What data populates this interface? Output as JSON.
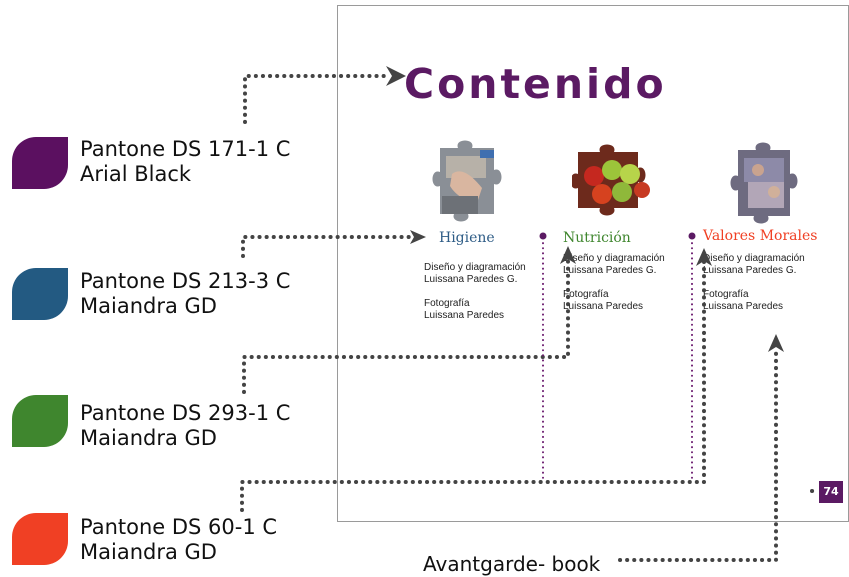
{
  "swatches": [
    {
      "color": "#5b1060",
      "pantone": "Pantone DS 171-1 C",
      "font": "Arial Black"
    },
    {
      "color": "#235a82",
      "pantone": "Pantone DS 213-3 C",
      "font": "Maiandra GD"
    },
    {
      "color": "#3f862e",
      "pantone": "Pantone DS 293-1 C",
      "font": "Maiandra GD"
    },
    {
      "color": "#f04024",
      "pantone": "Pantone DS 60-1 C",
      "font": "Maiandra GD"
    }
  ],
  "page": {
    "title": "Contenido",
    "title_color": "#5b1a63",
    "page_number": "74",
    "sections": [
      {
        "title": "Higiene",
        "color": "#2e5c86",
        "credit_role_1": "Diseño y diagramación",
        "credit_name_1": "Luissana Paredes G.",
        "credit_role_2": "Fotografía",
        "credit_name_2": "Luissana Paredes"
      },
      {
        "title": "Nutrición",
        "color": "#3f862e",
        "credit_role_1": "Diseño y diagramación",
        "credit_name_1": "Luissana Paredes G.",
        "credit_role_2": "Fotografía",
        "credit_name_2": "Luissana Paredes"
      },
      {
        "title": "Valores Morales",
        "color": "#f04024",
        "credit_role_1": "Diseño y diagramación",
        "credit_name_1": "Luissana Paredes G.",
        "credit_role_2": "Fotografía",
        "credit_name_2": "Luissana Paredes"
      }
    ]
  },
  "annotation": {
    "label": "Avantgarde- book"
  },
  "connector_color": "#444444"
}
